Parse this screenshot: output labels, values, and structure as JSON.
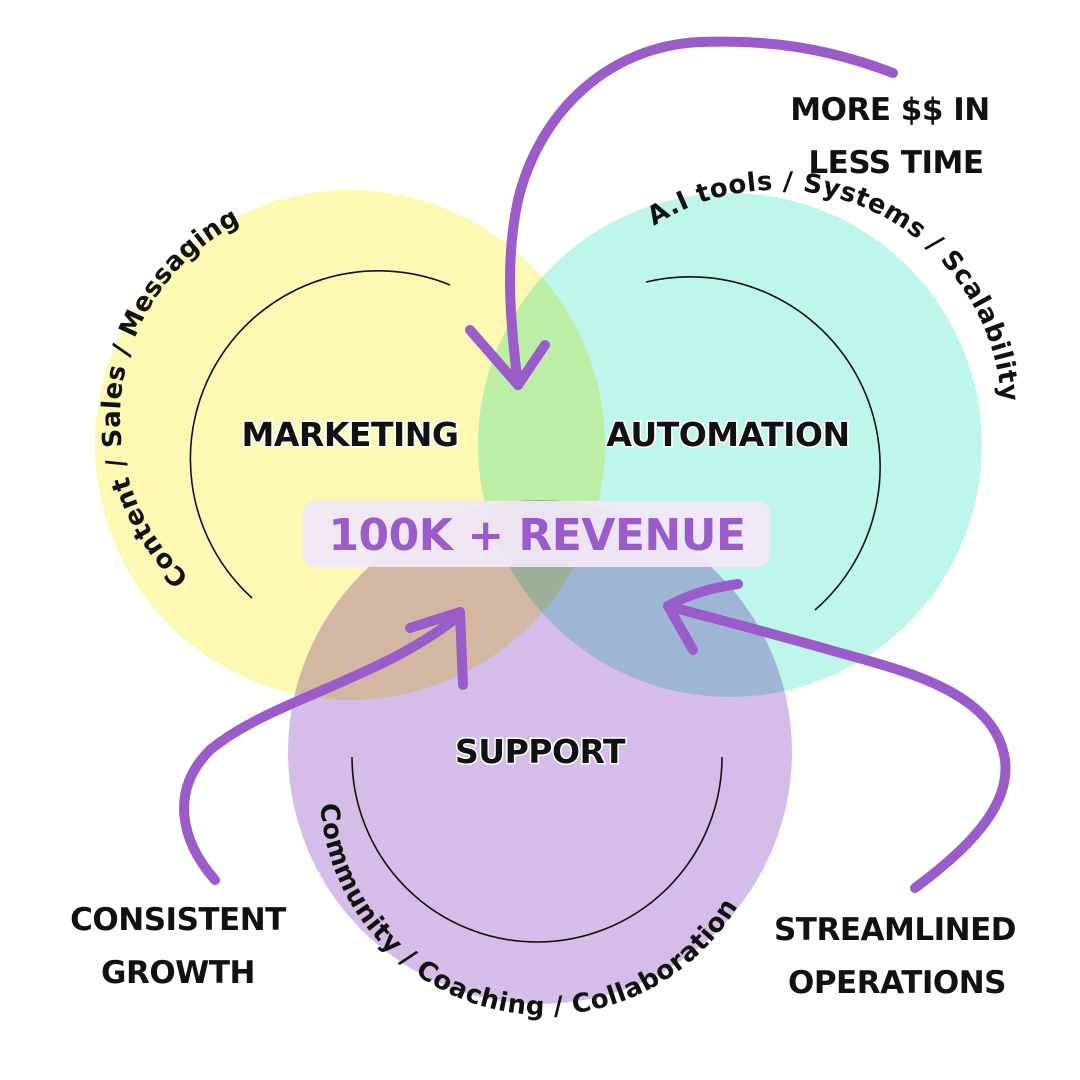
{
  "colors": {
    "marketing": "#fdf7a6",
    "automation": "#b3f5e8",
    "support": "#c9a9e3",
    "accent": "#9a5cc8",
    "center_box": "#f1e7f7",
    "text": "#111111"
  },
  "circles": {
    "marketing": {
      "label": "MARKETING",
      "arc_text": "Content  /  Sales  /  Messaging"
    },
    "automation": {
      "label": "AUTOMATION",
      "arc_text": "A.I tools  /  Systems  /  Scalability"
    },
    "support": {
      "label": "SUPPORT",
      "arc_text": "Community  /  Coaching  /  Collaboration"
    }
  },
  "center": {
    "label": "100K + REVENUE"
  },
  "callouts": {
    "top_right": {
      "line1": "MORE $$ IN",
      "line2": "LESS TIME",
      "icon": "curved-arrow-icon"
    },
    "bottom_left": {
      "line1": "CONSISTENT",
      "line2": "GROWTH",
      "icon": "curved-arrow-icon"
    },
    "bottom_right": {
      "line1": "STREAMLINED",
      "line2": "OPERATIONS",
      "icon": "curved-arrow-icon"
    }
  }
}
